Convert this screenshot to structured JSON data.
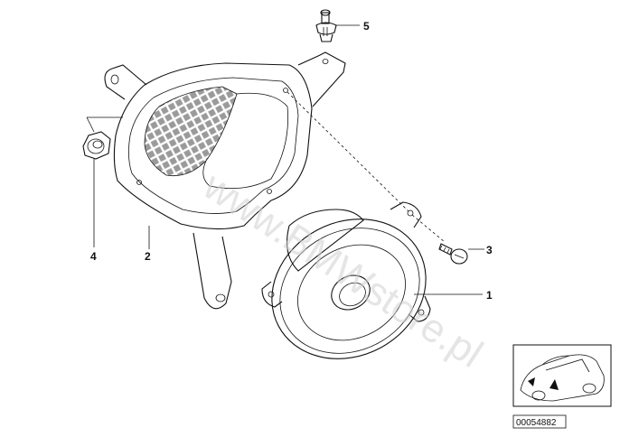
{
  "diagram": {
    "watermark": "www.BMWstore.pl",
    "reference_code": "00054882",
    "parts": [
      {
        "number": "1",
        "icon": "loudspeaker-icon"
      },
      {
        "number": "2",
        "icon": "speaker-housing-grille-icon"
      },
      {
        "number": "3",
        "icon": "screw-icon"
      },
      {
        "number": "4",
        "icon": "hex-nut-icon"
      },
      {
        "number": "5",
        "icon": "expanding-rivet-icon"
      }
    ],
    "inset_icon": "car-location-icon"
  }
}
